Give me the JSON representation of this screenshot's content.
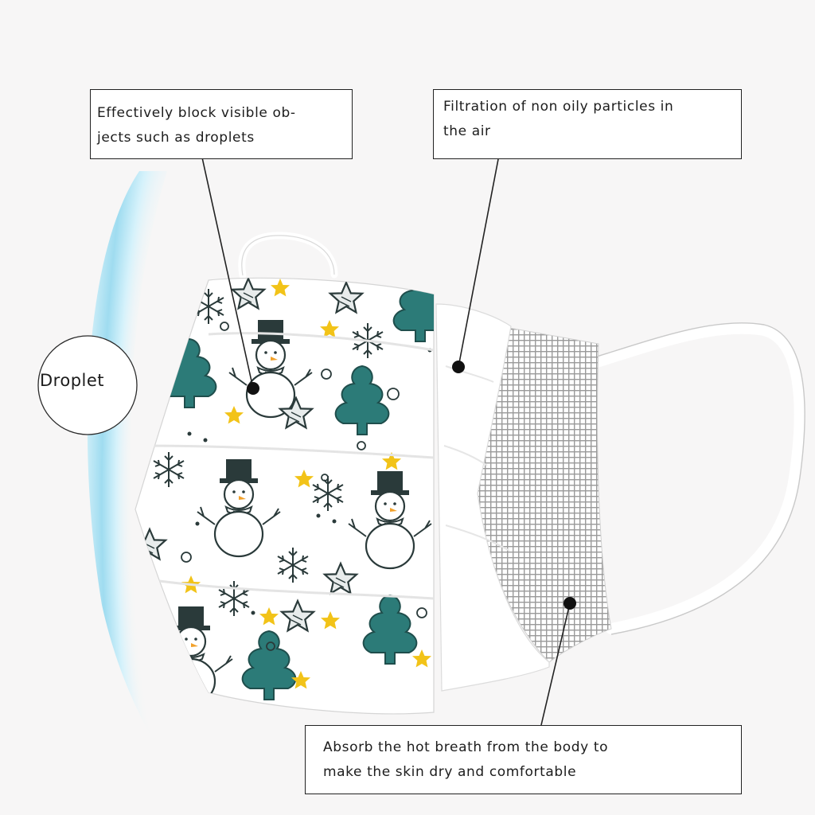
{
  "callouts": {
    "block": {
      "line1": "Effectively block visible ob-",
      "line2": "jects such as droplets"
    },
    "filtration": {
      "line1": "Filtration of non oily particles in",
      "line2": "the air"
    },
    "absorb": {
      "line1": "Absorb the hot breath from the body to",
      "line2": "make the skin dry and comfortable"
    }
  },
  "droplet": {
    "label": "Droplet"
  },
  "colors": {
    "background": "#f7f6f6",
    "shield": "#aee3f3",
    "tree": "#2c7b78",
    "star_yellow": "#f2c318",
    "outline": "#2a3a3a",
    "inner_layer": "#e3e3e3"
  },
  "icons": [
    "snowman-icon",
    "christmas-tree-icon",
    "snowflake-icon",
    "star-icon"
  ]
}
